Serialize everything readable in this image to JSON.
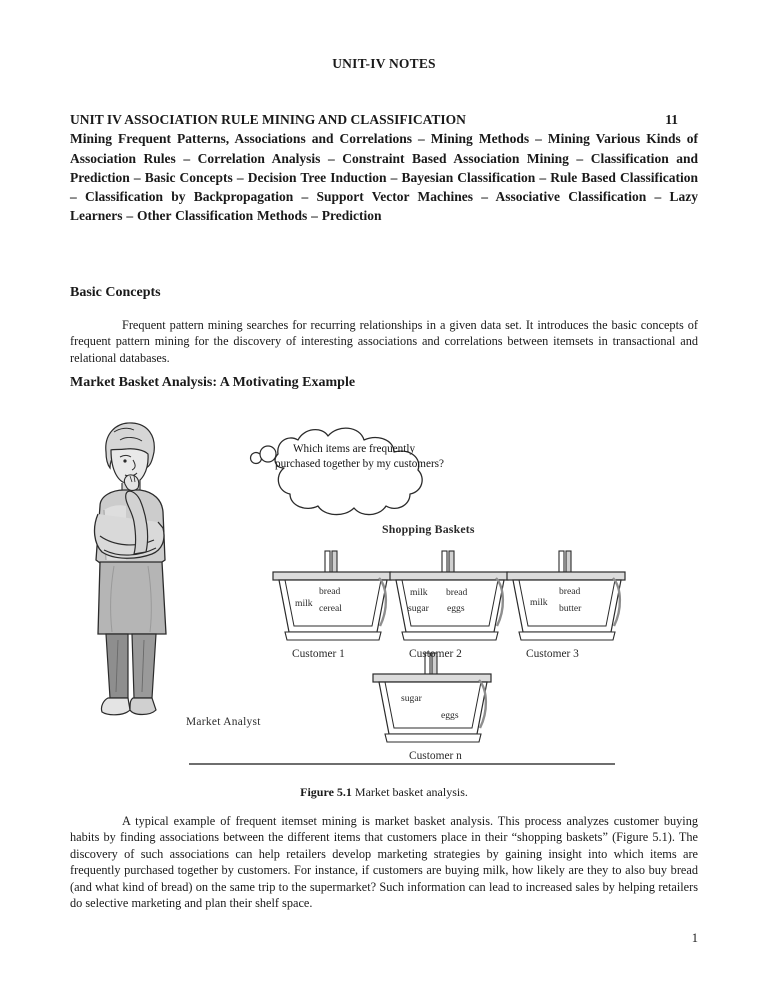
{
  "document": {
    "header": "UNIT-IV NOTES",
    "page_number": "1"
  },
  "unit": {
    "title": "UNIT IV ASSOCIATION RULE MINING AND CLASSIFICATION",
    "page_ref": "11",
    "description": "Mining Frequent Patterns, Associations and Correlations – Mining Methods – Mining Various Kinds of Association Rules – Correlation Analysis – Constraint Based Association Mining – Classification and Prediction – Basic Concepts – Decision Tree Induction – Bayesian Classification – Rule Based Classification – Classification by Backpropagation – Support Vector Machines – Associative Classification – Lazy Learners – Other Classification Methods – Prediction"
  },
  "sections": {
    "basic_concepts": {
      "heading": "Basic Concepts",
      "paragraph": "Frequent pattern mining searches for recurring relationships in a given data set. It introduces the basic concepts of frequent pattern mining for the discovery of interesting associations and correlations between itemsets in transactional and relational databases."
    },
    "market_basket": {
      "heading": "Market Basket Analysis: A Motivating Example",
      "paragraph": "A typical example of frequent itemset mining is market basket analysis. This process analyzes customer buying habits by finding associations between the different items that customers place in their “shopping baskets” (Figure 5.1). The discovery of such associations can help retailers develop marketing strategies by gaining insight into which items are frequently purchased together by customers. For instance, if customers are buying milk, how likely are they to also buy bread (and what kind of bread) on the same trip to the supermarket? Such information can lead to increased sales by helping retailers do selective marketing and plan their shelf space."
    }
  },
  "figure": {
    "caption_label": "Figure 5.1",
    "caption_text": "Market basket analysis.",
    "thought_bubble_line1": "Which items are frequently",
    "thought_bubble_line2": "purchased together by my customers?",
    "analyst_label": "Market Analyst",
    "baskets_title": "Shopping Baskets",
    "baskets": [
      {
        "label": "Customer 1",
        "items_left": [
          "milk"
        ],
        "items_right": [
          "bread",
          "cereal"
        ]
      },
      {
        "label": "Customer 2",
        "items_left": [
          "milk",
          "sugar"
        ],
        "items_right": [
          "bread",
          "eggs"
        ]
      },
      {
        "label": "Customer 3",
        "items_left": [
          "milk"
        ],
        "items_right": [
          "bread",
          "butter"
        ]
      },
      {
        "label": "Customer n",
        "items_left": [
          "sugar"
        ],
        "items_right": [
          "eggs"
        ]
      }
    ]
  },
  "colors": {
    "text": "#1a1a1a",
    "rule": "#6e6e6e",
    "figure_line": "#2b2b2b",
    "figure_fill_light": "#d6d6d6",
    "figure_fill_mid": "#b5b5b5",
    "figure_fill_dark": "#8e8e8e"
  }
}
